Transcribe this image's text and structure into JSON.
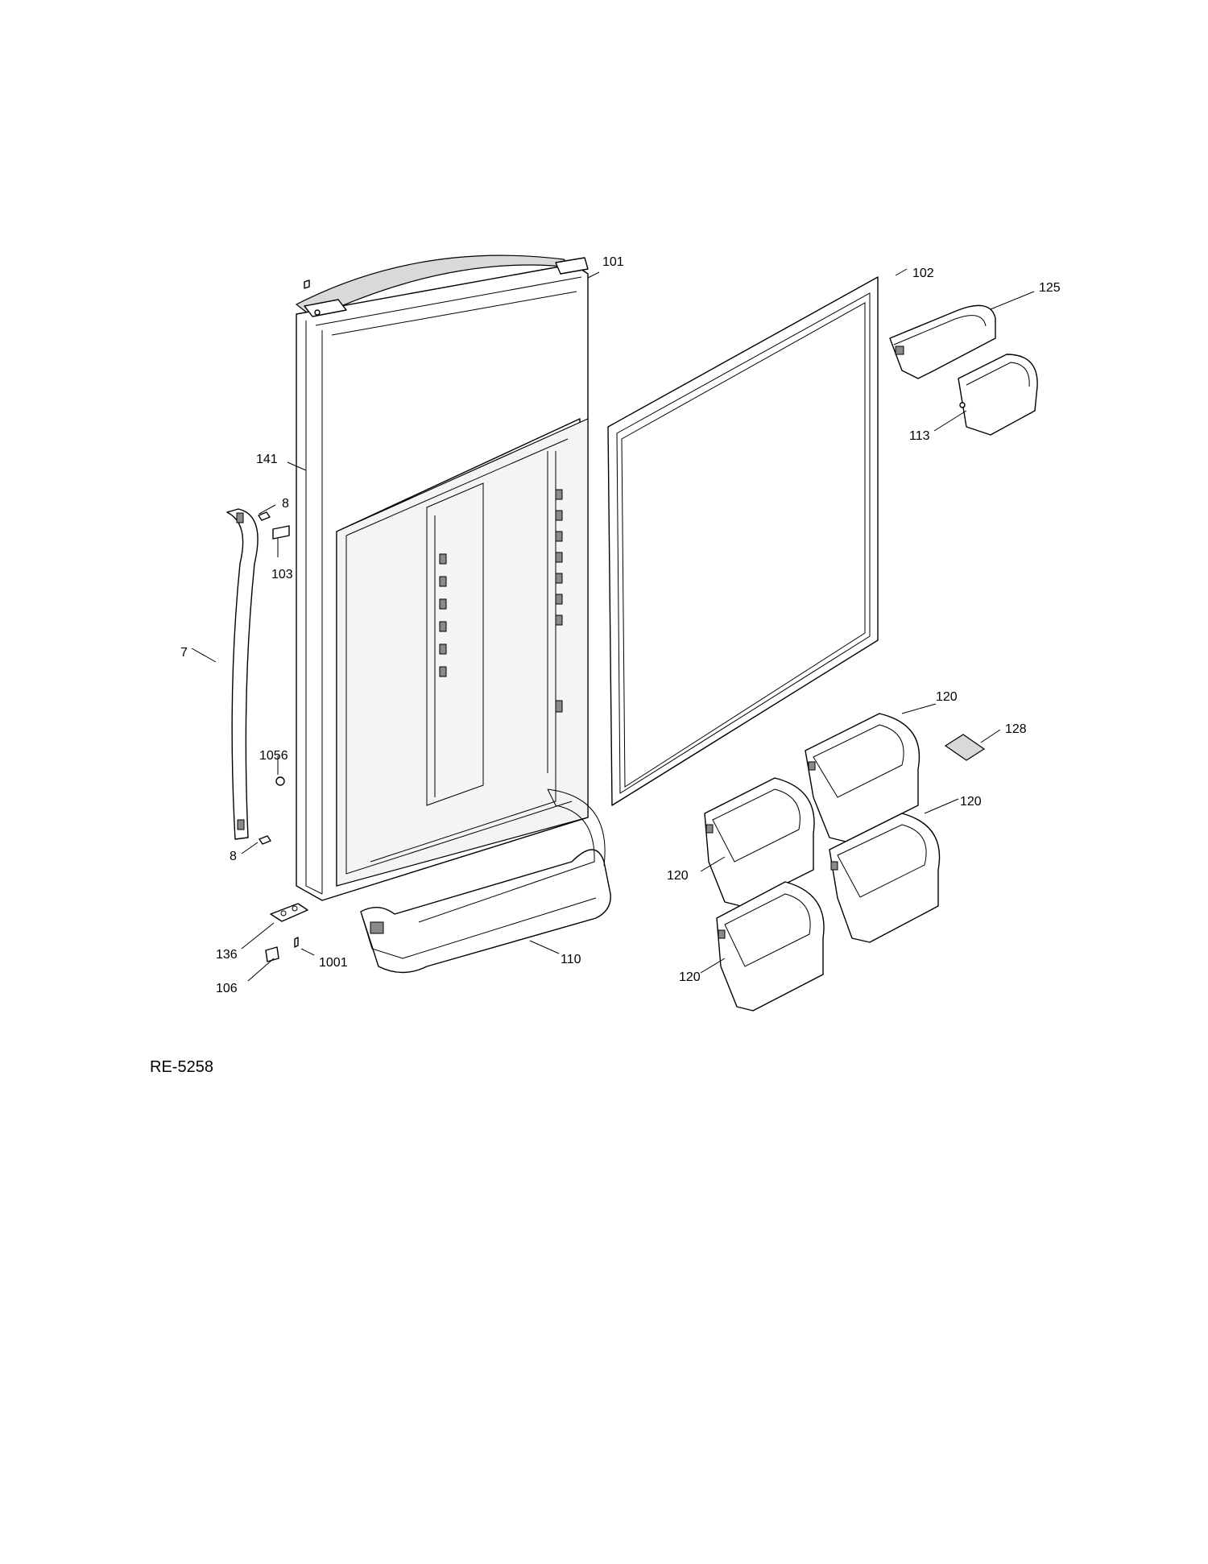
{
  "diagram": {
    "callouts": {
      "p102": "102",
      "p125": "125",
      "p101": "101",
      "p113": "113",
      "p141": "141",
      "p8a": "8",
      "p103": "103",
      "p7": "7",
      "p1056": "1056",
      "p8b": "8",
      "p120a": "120",
      "p128": "128",
      "p120b": "120",
      "p120c": "120",
      "p120d": "120",
      "p136": "136",
      "p1001": "1001",
      "p106": "106",
      "p110": "110"
    },
    "reference_code": "RE-5258"
  }
}
